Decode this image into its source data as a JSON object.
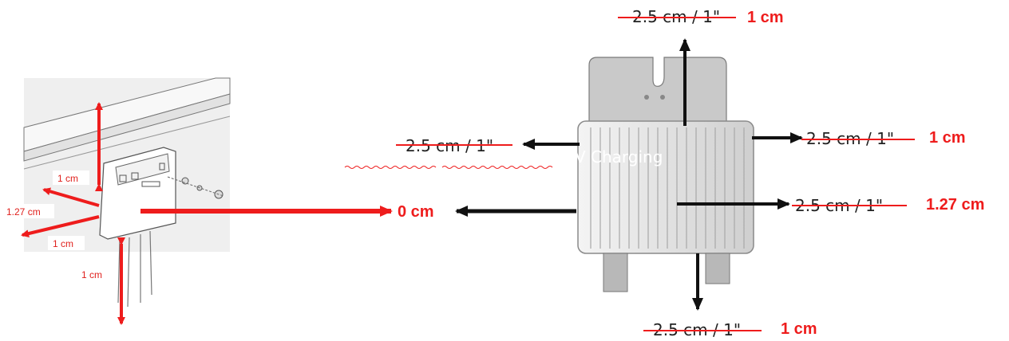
{
  "colors": {
    "red": "#ee1c1c",
    "black": "#111111",
    "device": "#d9d9d9"
  },
  "left_figure": {
    "labels": {
      "top": "1 cm",
      "left_upper": "1.27 cm",
      "left_lower": "1 cm",
      "bottom": "1 cm"
    }
  },
  "center": {
    "front_clearance": "0 cm"
  },
  "right_figure": {
    "top": {
      "old": "2.5 cm / 1\"",
      "new": "1 cm"
    },
    "left": {
      "old": "2.5 cm / 1\""
    },
    "right_upper": {
      "old": "2.5 cm / 1\"",
      "new": "1 cm"
    },
    "right_lower": {
      "old": "2.5 cm / 1\"",
      "new": "1.27 cm"
    },
    "bottom": {
      "old": "2.5 cm / 1\"",
      "new": "1 cm"
    },
    "overlay_text": "V Charging"
  }
}
